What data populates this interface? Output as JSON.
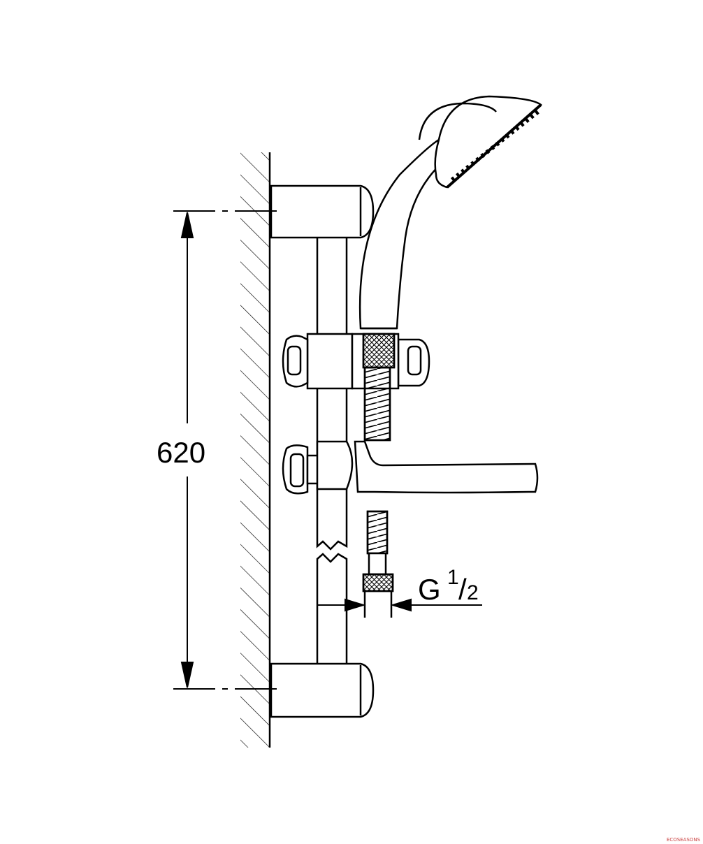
{
  "dimension": {
    "height_label": "620"
  },
  "connection": {
    "thread_prefix": "G",
    "thread_num": "1",
    "thread_slash": "/",
    "thread_den": "2"
  },
  "colors": {
    "line": "#000000",
    "background": "#ffffff"
  },
  "watermark": {
    "text": "ECOSEASONS"
  }
}
